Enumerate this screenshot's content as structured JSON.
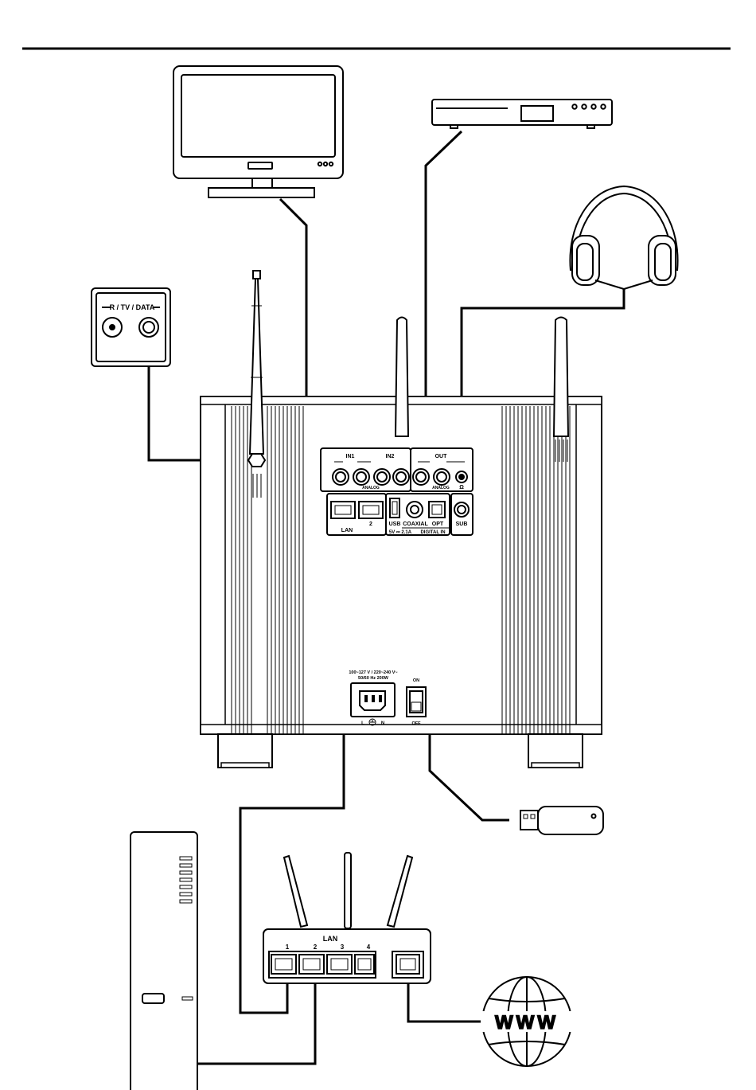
{
  "wall_socket": {
    "label": "R / TV / DATA"
  },
  "device_panel": {
    "in1": "IN1",
    "in2": "IN2",
    "out": "OUT",
    "analog_in": "ANALOG",
    "analog_out": "ANALOG",
    "headphone_glyph": "Ω",
    "lan": "LAN",
    "lan_port_2": "2",
    "usb": "USB",
    "usb_rating": "5V ⎓ 2.1A",
    "coaxial": "COAXIAL",
    "opt": "OPT",
    "digital_in": "DIGITAL IN",
    "sub": "SUB"
  },
  "power_panel": {
    "rating_line1": "100~127 V / 220~240 V~",
    "rating_line2": "50/60 Hz   200W",
    "l": "L",
    "n": "N",
    "switch_on": "ON",
    "switch_off": "OFF"
  },
  "router": {
    "lan": "LAN",
    "port_1": "1",
    "port_2": "2",
    "port_3": "3",
    "port_4": "4"
  },
  "internet": {
    "label": "WWW"
  }
}
